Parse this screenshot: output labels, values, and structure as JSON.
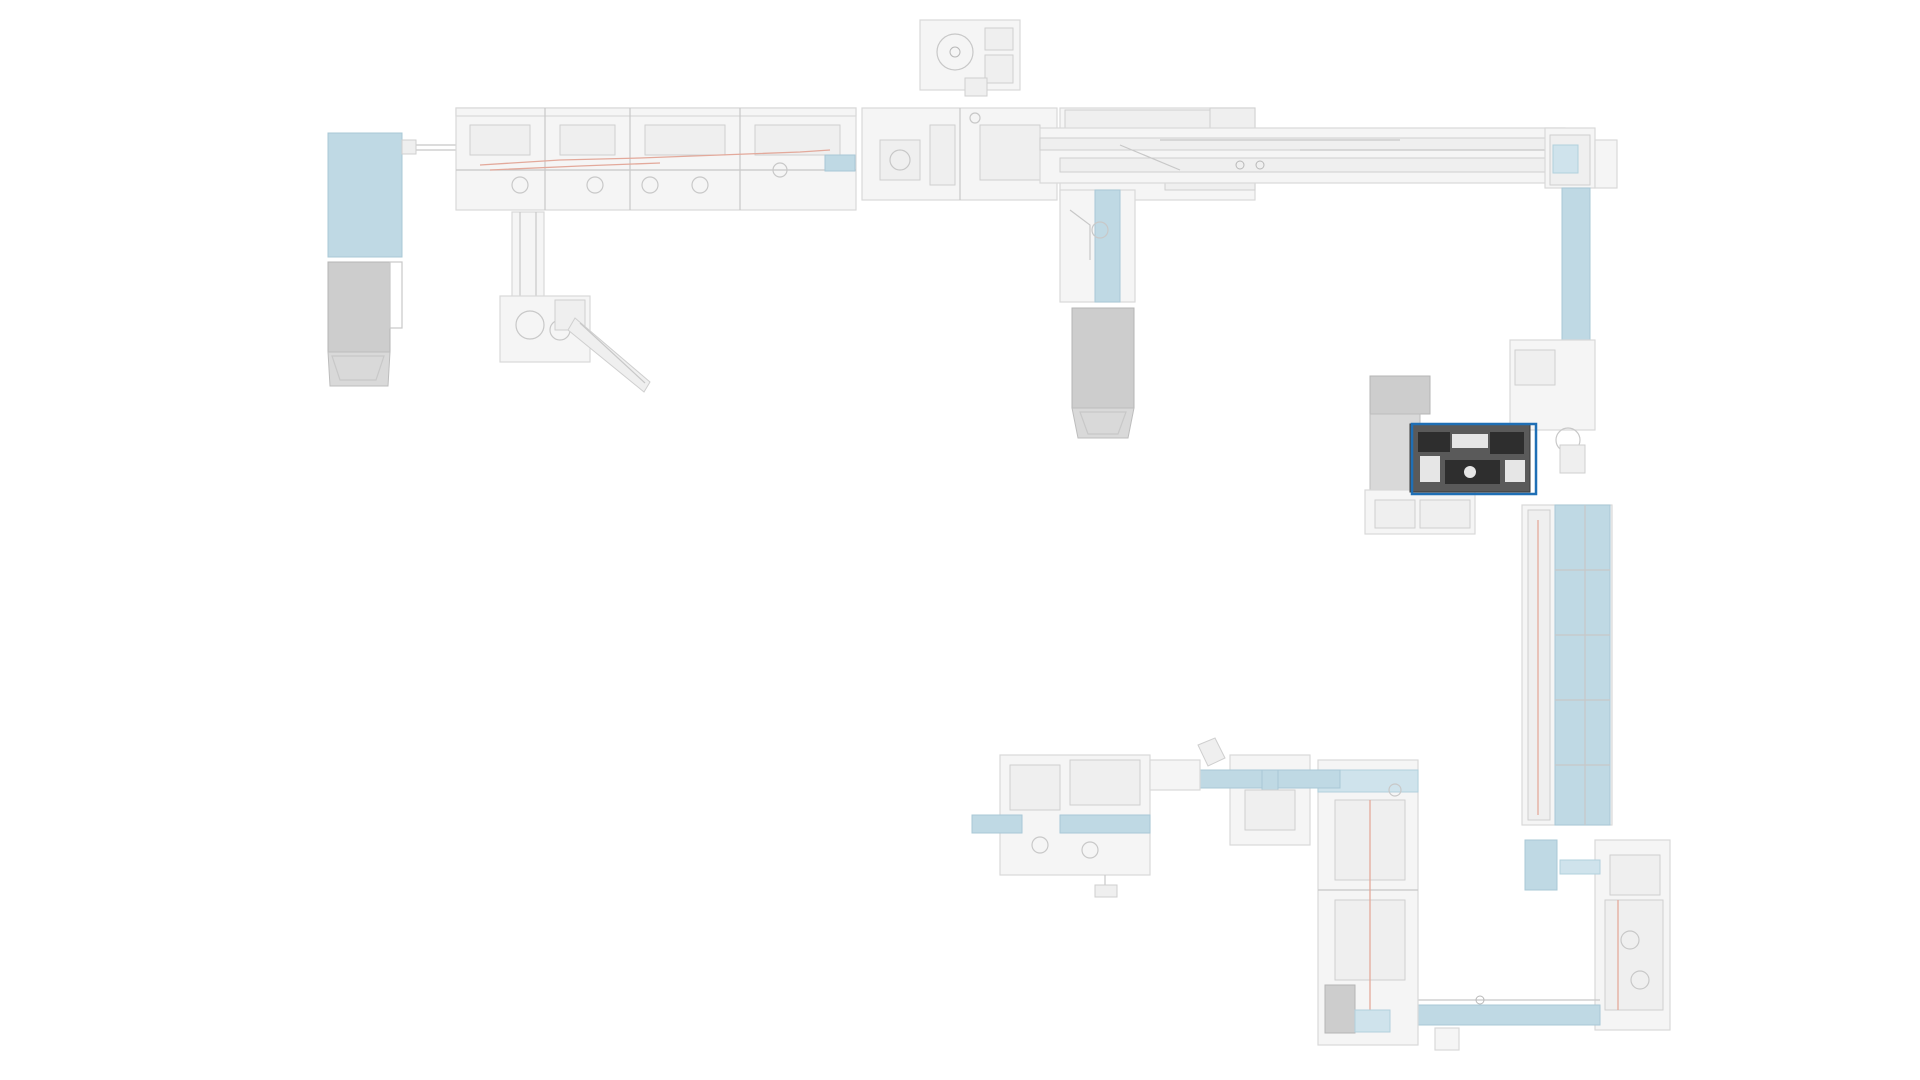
{
  "layout": {
    "title": "",
    "units": [
      {
        "name": "infeed-bin-unit",
        "type": "bin"
      },
      {
        "name": "upper-processing-line",
        "type": "machine"
      },
      {
        "name": "wrapper-feed-unit",
        "type": "machine"
      },
      {
        "name": "top-roll-unit",
        "type": "machine"
      },
      {
        "name": "upper-right-conveyor",
        "type": "conveyor"
      },
      {
        "name": "center-bin-unit",
        "type": "bin"
      },
      {
        "name": "selected-station",
        "type": "machine",
        "selected": true
      },
      {
        "name": "right-vertical-conveyor",
        "type": "conveyor"
      },
      {
        "name": "lower-left-machine",
        "type": "machine"
      },
      {
        "name": "lower-middle-transfer",
        "type": "machine"
      },
      {
        "name": "lower-long-machine",
        "type": "machine"
      },
      {
        "name": "lower-right-machine",
        "type": "machine"
      },
      {
        "name": "bottom-conveyor",
        "type": "conveyor"
      }
    ]
  },
  "colors": {
    "machine_fill": "#f5f5f5",
    "machine_stroke": "#d9d9d9",
    "conveyor": "#bfd9e4",
    "bin": "#cdcdcd",
    "accent_red": "#e3a99b",
    "selection": "#1f6fb5"
  }
}
